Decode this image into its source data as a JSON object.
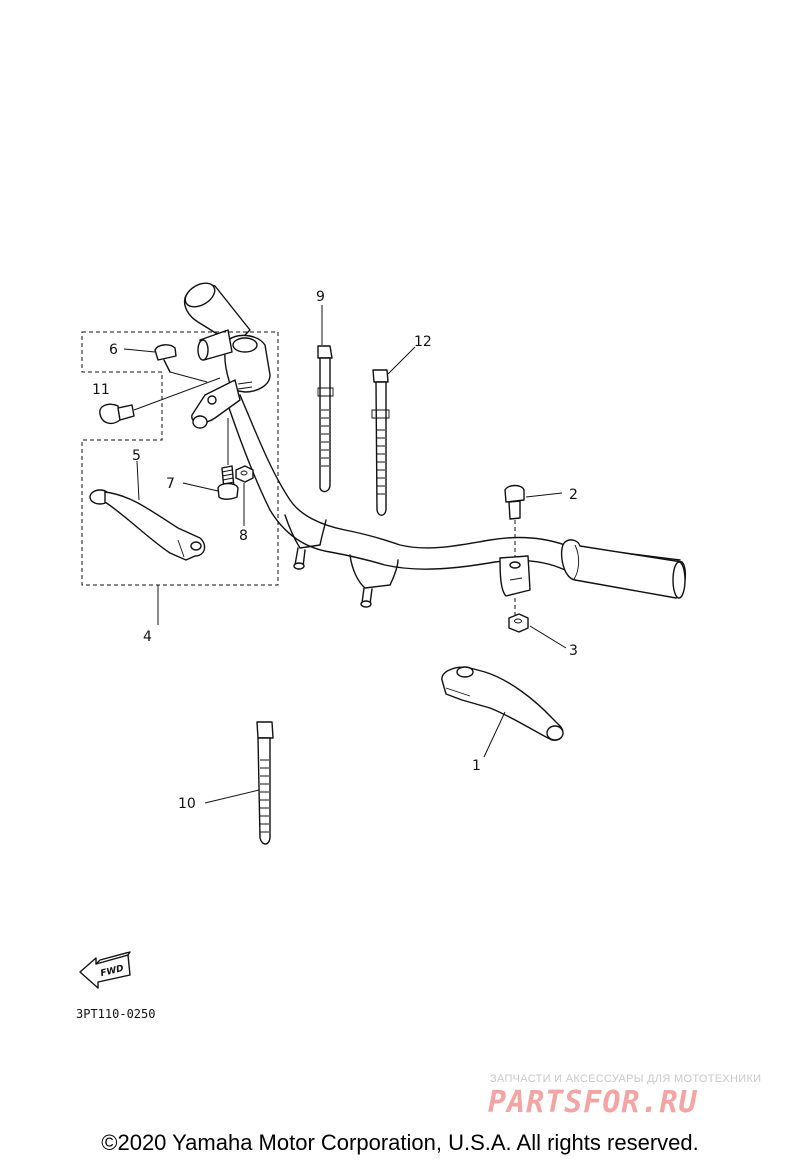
{
  "diagram": {
    "callouts": {
      "c1": "1",
      "c2": "2",
      "c3": "3",
      "c4": "4",
      "c5": "5",
      "c6": "6",
      "c7": "7",
      "c8": "8",
      "c9": "9",
      "c10": "10",
      "c11": "11",
      "c12": "12"
    },
    "fwd_label": "FWD",
    "drawing_code": "3PT110-0250"
  },
  "watermark": {
    "tagline": "ЗАПЧАСТИ И АКСЕССУАРЫ ДЛЯ МОТОТЕХНИКИ",
    "logo": "PARTSFOR.RU",
    "color": "#f5a3a3"
  },
  "footer": {
    "copyright": "©2020 Yamaha Motor Corporation, U.S.A. All rights reserved."
  }
}
